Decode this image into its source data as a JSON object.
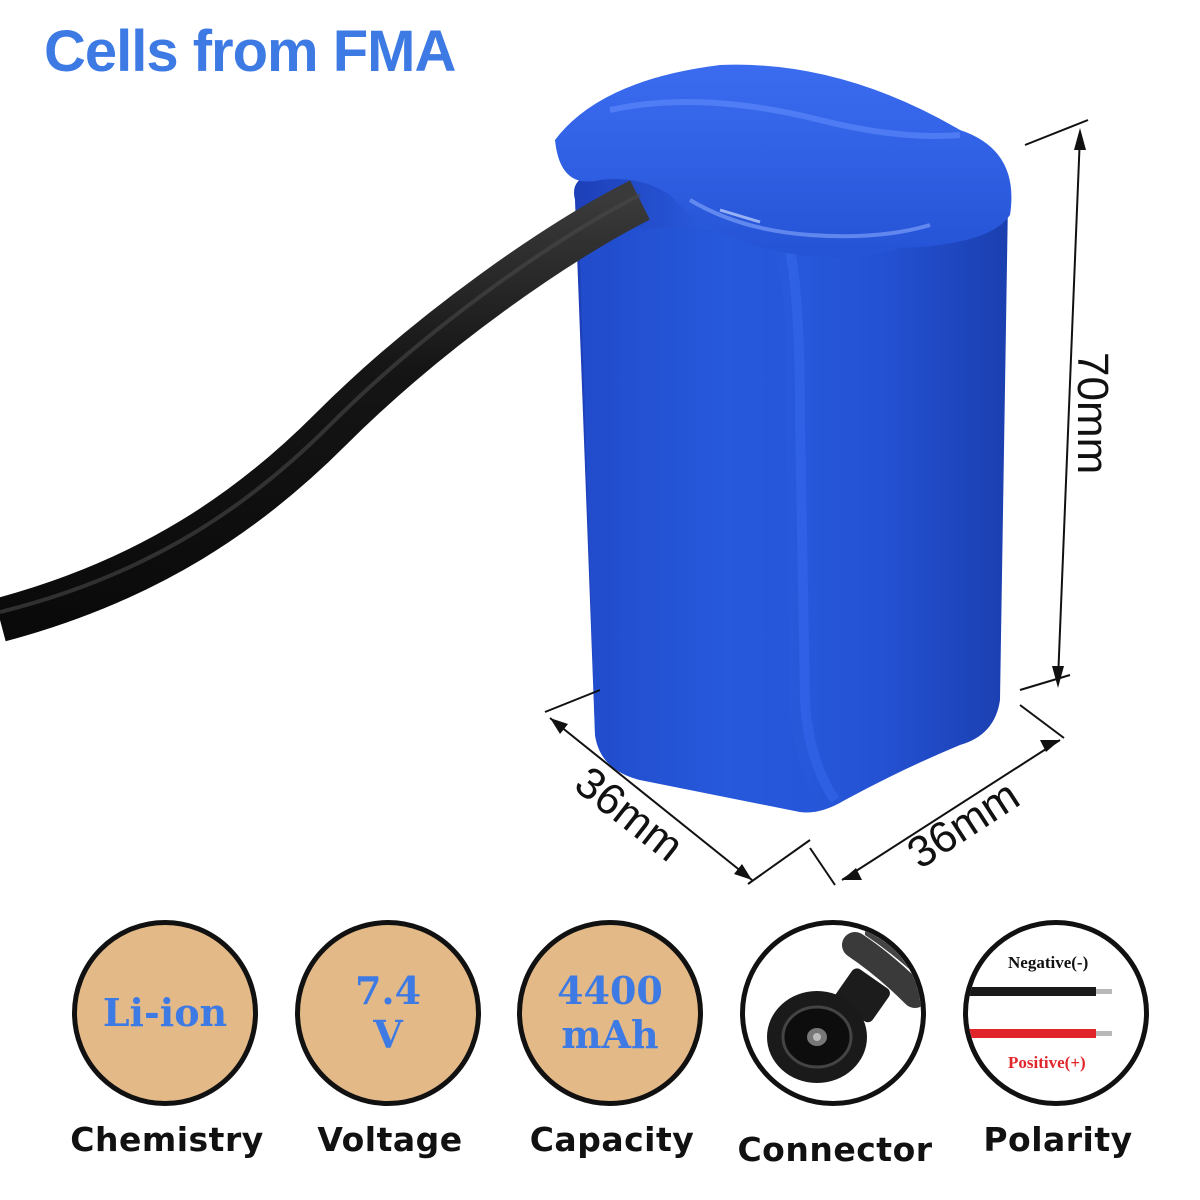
{
  "title": "Cells from FMA",
  "dimensions": {
    "height": "70mm",
    "depth": "36mm",
    "width": "36mm"
  },
  "specs": [
    {
      "value_lines": [
        "Li-ion"
      ],
      "caption": "Chemistry"
    },
    {
      "value_lines": [
        "7.4",
        "V"
      ],
      "caption": "Voltage"
    },
    {
      "value_lines": [
        "4400",
        "mAh"
      ],
      "caption": "Capacity"
    },
    {
      "value_lines": [],
      "caption": "Connector"
    },
    {
      "value_lines": [],
      "caption": "Polarity"
    }
  ],
  "polarity": {
    "negative_label": "Negative(-)",
    "positive_label": "Positive(+)"
  },
  "colors": {
    "accent_blue": "#3e7ae3",
    "badge_fill": "#e3b988",
    "battery_wrap": "#1f4fd0",
    "cable": "#151515",
    "negative_wire": "#1a1a1a",
    "positive_wire": "#e0262b"
  }
}
